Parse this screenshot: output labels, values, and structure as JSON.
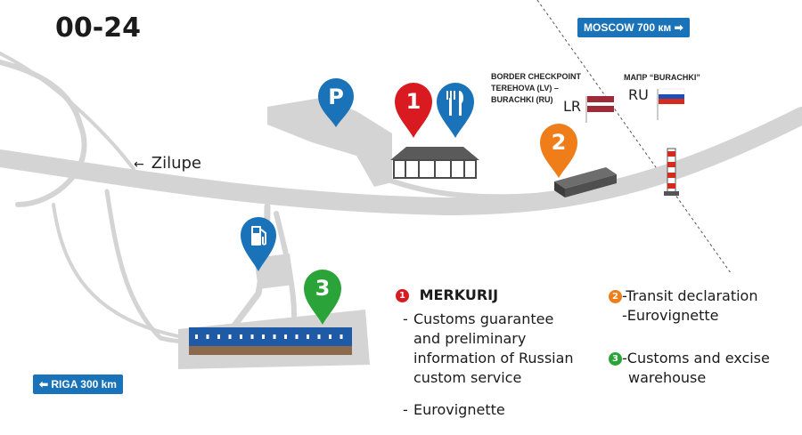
{
  "hours": "00-24",
  "signs": {
    "moscow": "MOSCOW 700 км ➡",
    "riga": "⬅ RIGA 300 km"
  },
  "places": {
    "zilupe": "Zilupe",
    "zilupe_arrow": "←",
    "checkpoint": [
      "BORDER CHECKPOINT",
      "TEREHOVA (LV) –",
      "BURACHKI (RU)"
    ],
    "mapp": "МАПР “BURACHKI”",
    "lr": "LR",
    "ru": "RU"
  },
  "pins": [
    {
      "label": "P",
      "icon": "parking-icon",
      "color": "#1a72b8"
    },
    {
      "label": "1",
      "icon": "number-1-icon",
      "color": "#d91a21"
    },
    {
      "label": "",
      "icon": "restaurant-icon",
      "color": "#1a72b8"
    },
    {
      "label": "2",
      "icon": "number-2-icon",
      "color": "#ef7d1a"
    },
    {
      "label": "",
      "icon": "fuel-icon",
      "color": "#1a72b8"
    },
    {
      "label": "3",
      "icon": "number-3-icon",
      "color": "#2aa339"
    }
  ],
  "legend": {
    "item1": {
      "num": "1",
      "color": "#d91a21",
      "title": "MERKURIJ",
      "lines": [
        "Customs guarantee",
        "and preliminary",
        "information of Russian",
        "custom service"
      ],
      "extra": "Eurovignette"
    },
    "item2": {
      "num": "2",
      "color": "#ef7d1a",
      "lines": [
        "Transit declaration",
        "Eurovignette"
      ]
    },
    "item3": {
      "num": "3",
      "color": "#2aa339",
      "lines": [
        "Customs and excise",
        "warehouse"
      ]
    },
    "dash": "-"
  },
  "colors": {
    "road": "#d4d4d4",
    "blue": "#1a72b8",
    "latvia": "#9e2b37",
    "russia_blue": "#1f4fb5",
    "russia_red": "#d52b1e"
  }
}
